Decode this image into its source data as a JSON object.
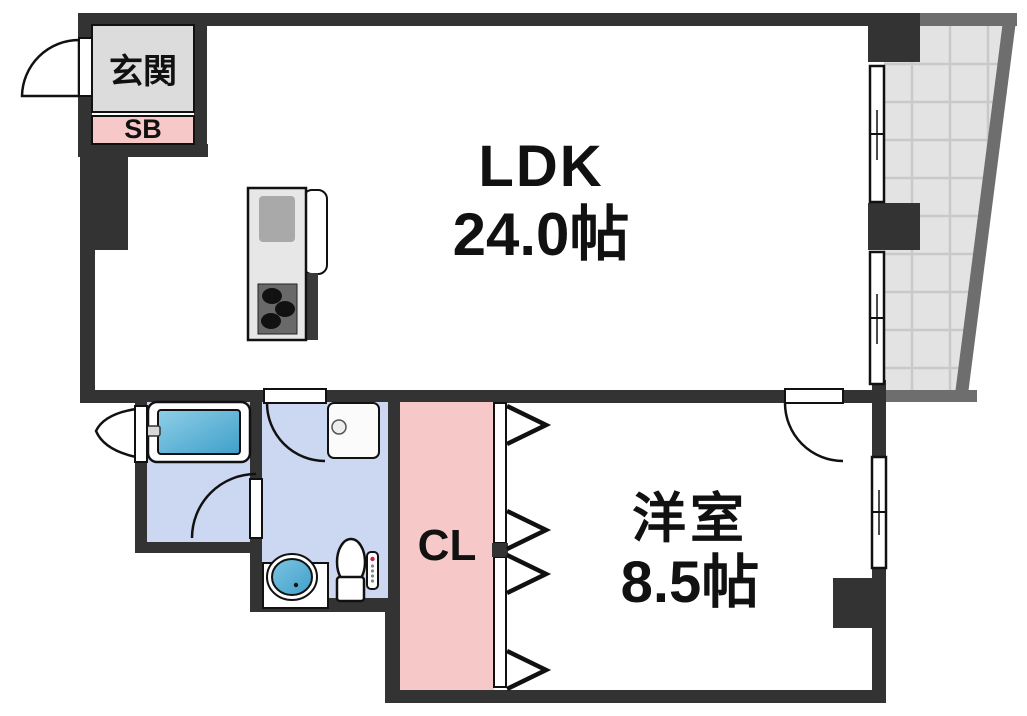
{
  "rooms": {
    "genkan": {
      "label": "玄関"
    },
    "shoe_box": {
      "label": "SB"
    },
    "ldk": {
      "label": "LDK",
      "size": "24.0帖"
    },
    "closet": {
      "label": "CL"
    },
    "western_room": {
      "label": "洋室",
      "size": "8.5帖"
    }
  },
  "colors": {
    "wall_dark": "#333333",
    "balcony_wall_gray": "#6e6e6e",
    "balcony_floor": "#e3e3e3",
    "balcony_grid": "#c9c9c9",
    "pink_area": "#f6c8c8",
    "blue_area": "#ccd8f1",
    "genkan_gray": "#dcdcdc",
    "tub_blue_light": "#8ecfe8",
    "tub_blue_deep": "#3f9fc9",
    "text": "#111111"
  },
  "icons": {
    "kitchen": "kitchen-counter-icon",
    "bathtub": "bathtub-icon",
    "toilet": "toilet-icon",
    "washbasin": "washbasin-icon",
    "washer_pan": "washing-machine-pan-icon",
    "swing_doors": "swing-door-icon",
    "closet_doors": "folding-door-icon",
    "windows": "sliding-window-icon"
  }
}
